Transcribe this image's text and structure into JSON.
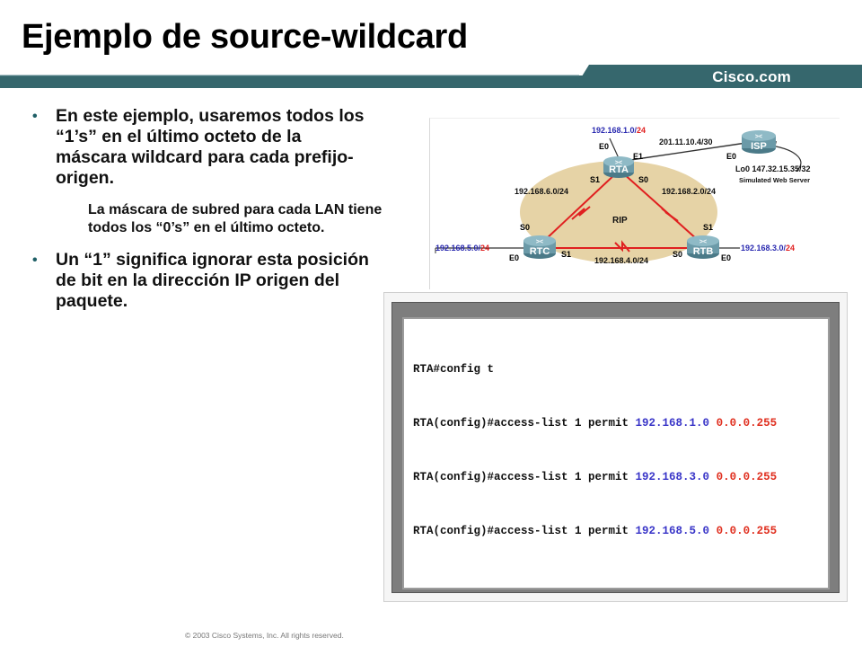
{
  "slide": {
    "title": "Ejemplo de source-wildcard",
    "brand": "Cisco.com",
    "footer": "© 2003 Cisco Systems, Inc. All rights reserved.",
    "colors": {
      "band": "#36676d",
      "bullet": "#1f5f66",
      "ip": "#3a36c8",
      "wildcard": "#e03020"
    }
  },
  "content": {
    "bullet1": "En este ejemplo, usaremos todos los “1’s” en el último octeto de la máscara wildcard para cada prefijo-origen.",
    "sub": "La máscara de subred para cada LAN tiene todos los “0’s” en el último octeto.",
    "bullet2": "Un “1” significa ignorar esta posición de bit en la dirección IP origen del paquete."
  },
  "diagram": {
    "net_rta_lan": {
      "prefix": "192.168.1.0/",
      "len": "24"
    },
    "net_rtb_lan": {
      "prefix": "192.168.3.0/",
      "len": "24"
    },
    "net_rtc_lan": {
      "prefix": "192.168.5.0/",
      "len": "24"
    },
    "link_rta_isp": "201.11.10.4/30",
    "link_rta_rtc": "192.168.6.0/24",
    "link_rta_rtb": "192.168.2.0/24",
    "link_rtc_rtb": "192.168.4.0/24",
    "protocol": "RIP",
    "isp_lo": "Lo0 147.32.15.35/32",
    "isp_server": "Simulated Web Server",
    "routers": {
      "rta": "RTA",
      "rtb": "RTB",
      "rtc": "RTC",
      "isp": "ISP"
    },
    "interfaces": {
      "rta_e0": "E0",
      "rta_e1": "E1",
      "rta_s1": "S1",
      "rta_s0": "S0",
      "rtc_s0": "S0",
      "rtc_s1": "S1",
      "rtc_e0": "E0",
      "rtb_s1": "S1",
      "rtb_s0": "S0",
      "rtb_e0": "E0",
      "isp_e0": "E0"
    }
  },
  "terminal": {
    "line1": "RTA#config t",
    "lines": [
      {
        "prefix": "RTA(config)#access-list 1 permit ",
        "ip": "192.168.1.0",
        "wild": "0.0.0.255"
      },
      {
        "prefix": "RTA(config)#access-list 1 permit ",
        "ip": "192.168.3.0",
        "wild": "0.0.0.255"
      },
      {
        "prefix": "RTA(config)#access-list 1 permit ",
        "ip": "192.168.5.0",
        "wild": "0.0.0.255"
      }
    ]
  }
}
